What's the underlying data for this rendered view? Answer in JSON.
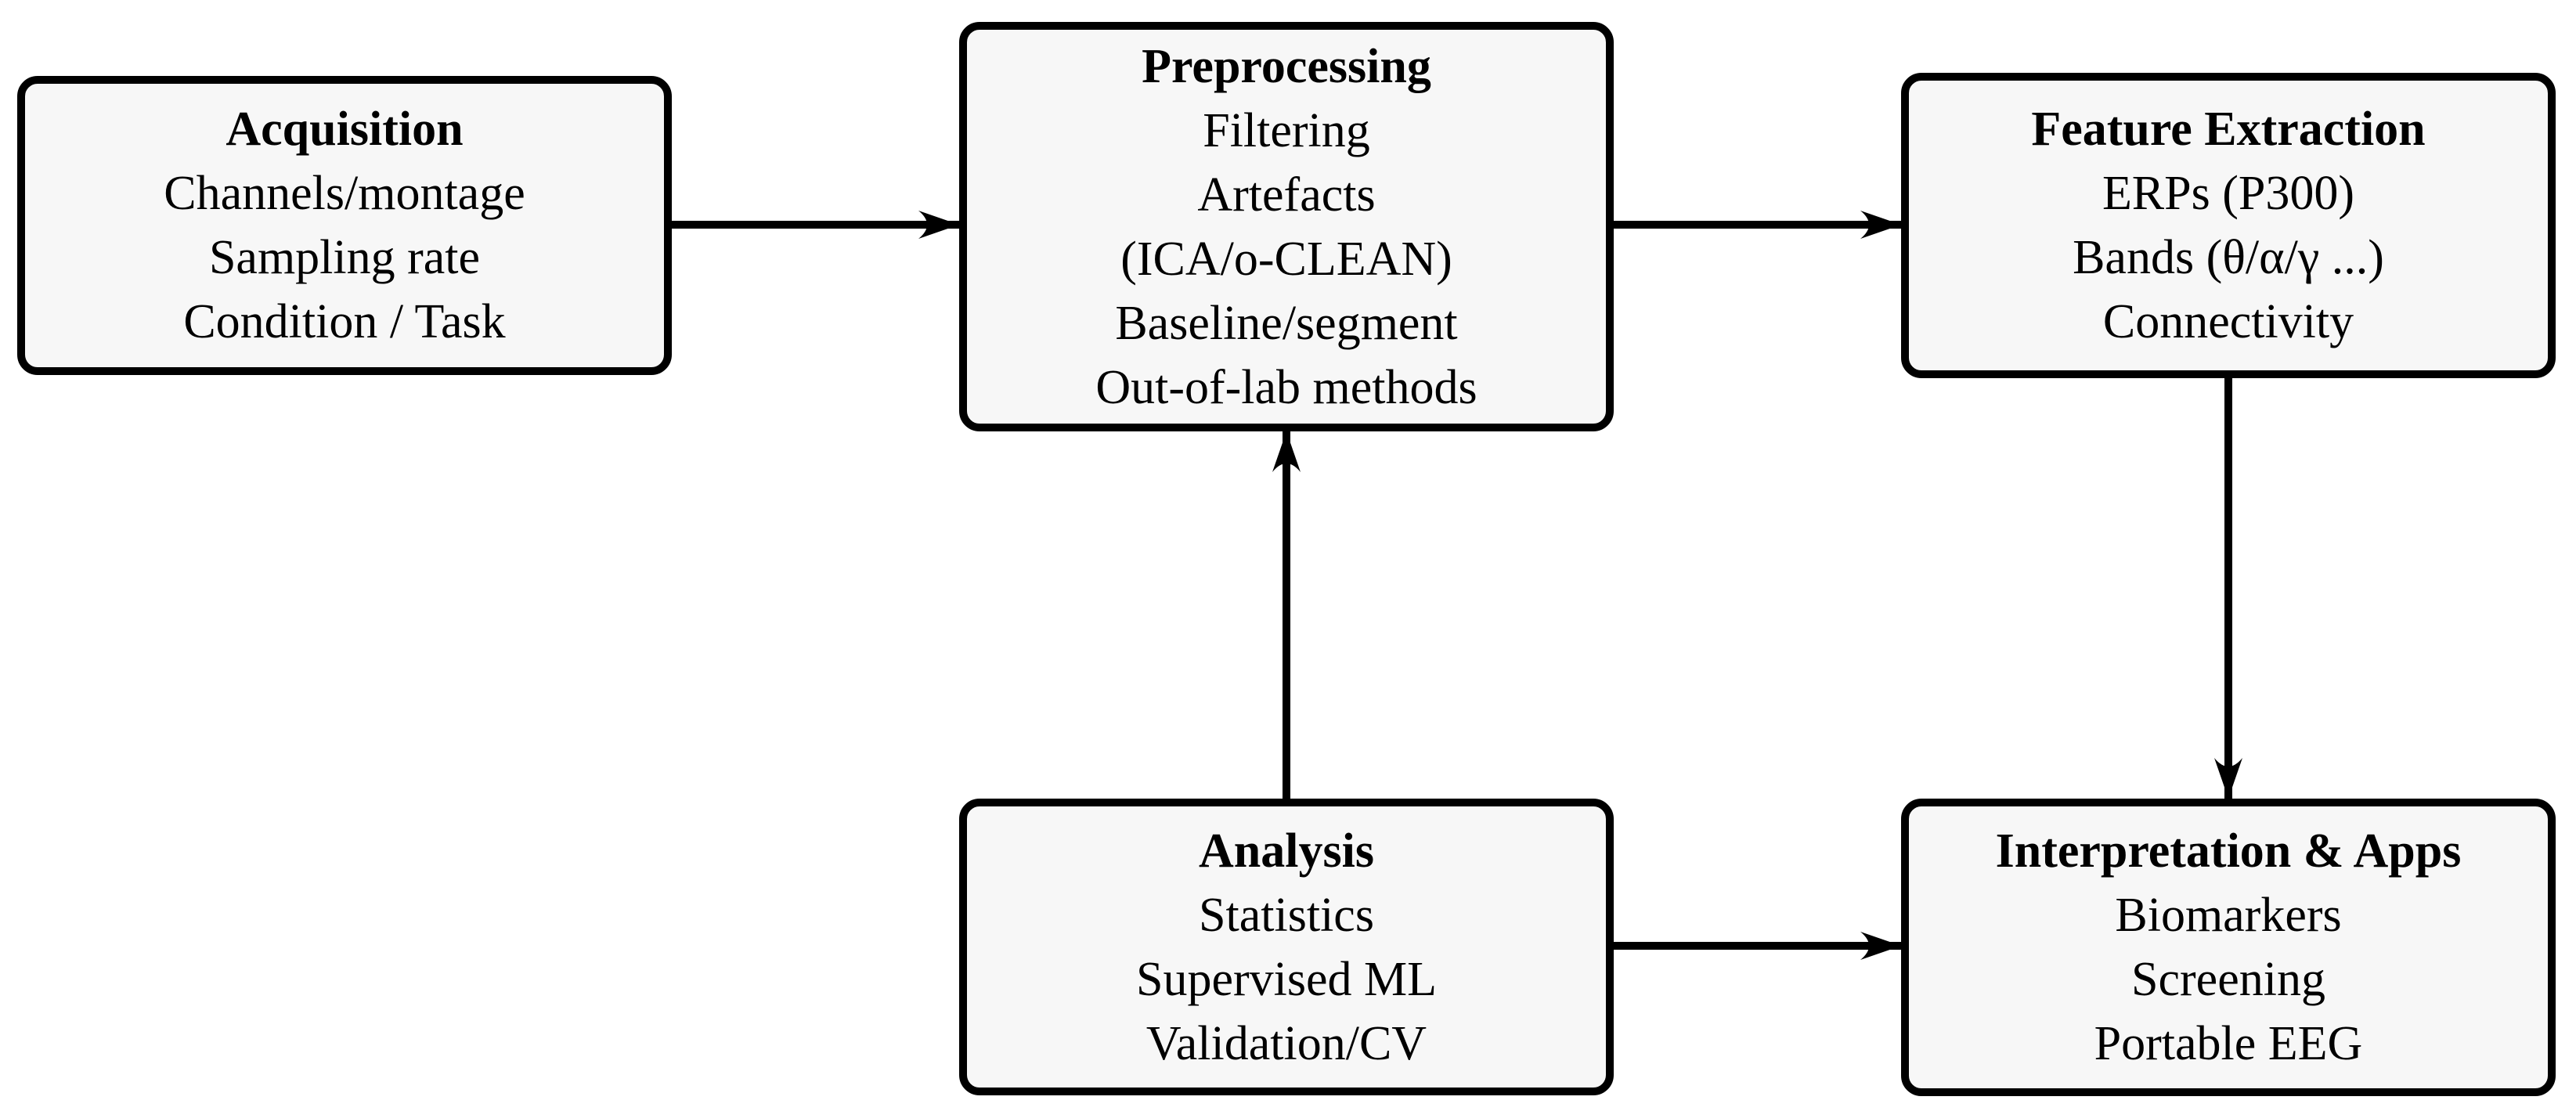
{
  "diagram": {
    "type": "flowchart",
    "background_color": "#ffffff",
    "box_fill_color": "#f7f7f7",
    "stroke_color": "#000000",
    "boxes": {
      "acquisition": {
        "title": "Acquisition",
        "lines": [
          "Channels/montage",
          "Sampling rate",
          "Condition / Task"
        ]
      },
      "preprocessing": {
        "title": "Preprocessing",
        "lines": [
          "Filtering",
          "Artefacts",
          "(ICA/o-CLEAN)",
          "Baseline/segment",
          "Out-of-lab methods"
        ]
      },
      "feature_extraction": {
        "title": "Feature Extraction",
        "lines": [
          "ERPs (P300)",
          "Bands (θ/α/γ ...)",
          "Connectivity"
        ]
      },
      "analysis": {
        "title": "Analysis",
        "lines": [
          "Statistics",
          "Supervised ML",
          "Validation/CV"
        ]
      },
      "interpretation": {
        "title": "Interpretation & Apps",
        "lines": [
          "Biomarkers",
          "Screening",
          "Portable EEG"
        ]
      }
    },
    "edges": [
      {
        "from": "Acquisition",
        "to": "Preprocessing",
        "direction": "right"
      },
      {
        "from": "Preprocessing",
        "to": "Feature Extraction",
        "direction": "right"
      },
      {
        "from": "Analysis",
        "to": "Preprocessing",
        "direction": "up"
      },
      {
        "from": "Feature Extraction",
        "to": "Interpretation & Apps",
        "direction": "down"
      },
      {
        "from": "Analysis",
        "to": "Interpretation & Apps",
        "direction": "right"
      }
    ]
  }
}
